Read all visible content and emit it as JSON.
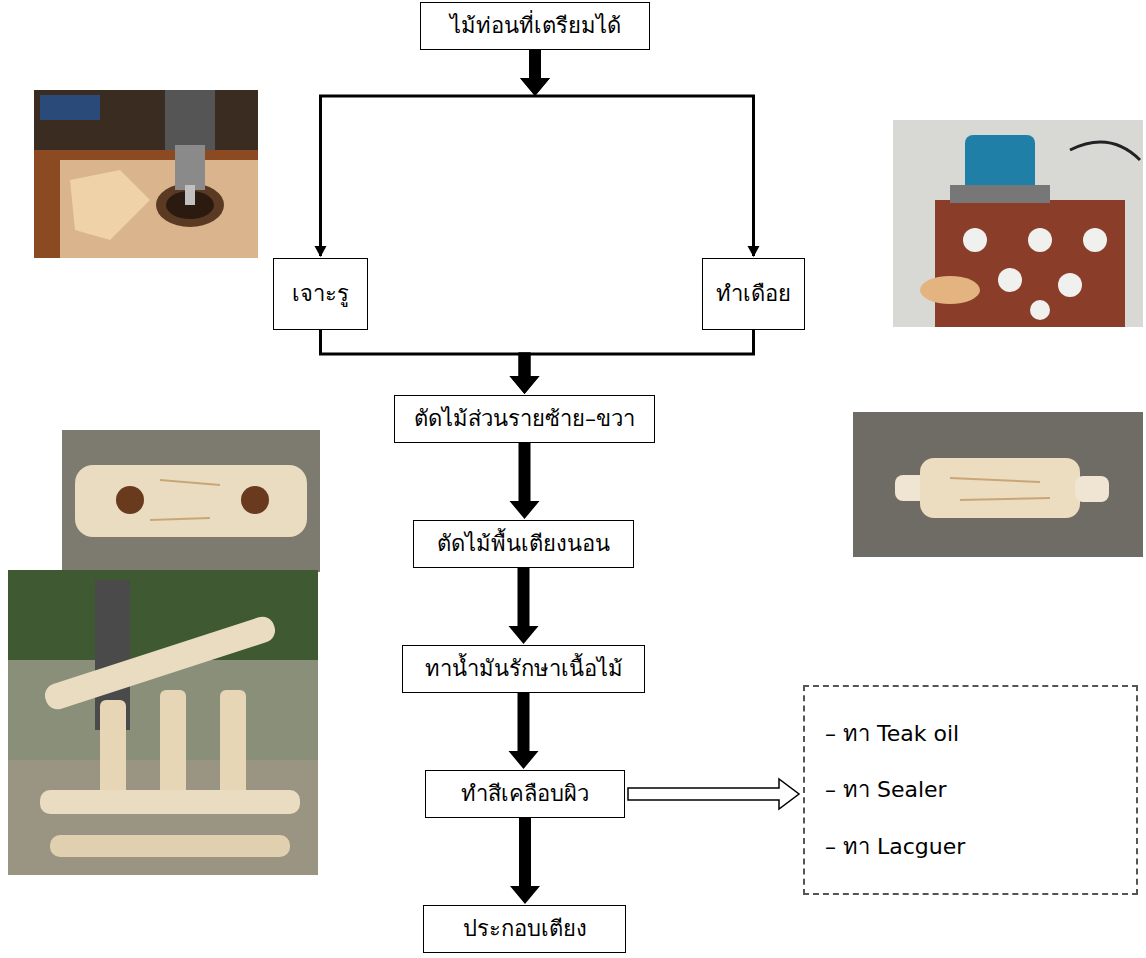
{
  "diagram": {
    "nodes": [
      {
        "text": [
          "ไม้ท่อนที่เตรียมได้"
        ]
      },
      {
        "text": [
          "เจาะรู"
        ]
      },
      {
        "text": [
          "ทำเดือย"
        ]
      },
      {
        "text": [
          "ตัดไม้ส่วนรายซ้าย–ขวา"
        ]
      },
      {
        "text": [
          "ตัดไม้พื้นเตียงนอน"
        ]
      },
      {
        "text": [
          "ทาน้ำมันรักษาเนื้อไม้"
        ]
      },
      {
        "text": [
          "ทำสีเคลือบผิว"
        ]
      },
      {
        "text": [
          "ประกอบเตียง"
        ]
      },
      {
        "text": [
          "– ทา Teak oil",
          "– ทา Sealer",
          "– ทา Lacguer"
        ]
      }
    ],
    "edges": [
      {
        "from": 0,
        "to": 1,
        "arrow": "to"
      },
      {
        "from": 0,
        "to": 2,
        "arrow": "to"
      },
      {
        "from": 1,
        "to": 3,
        "arrow": "to"
      },
      {
        "from": 2,
        "to": 3,
        "arrow": "to"
      },
      {
        "from": 3,
        "to": 4,
        "arrow": "to"
      },
      {
        "from": 4,
        "to": 5,
        "arrow": "to"
      },
      {
        "from": 5,
        "to": 6,
        "arrow": "to"
      },
      {
        "from": 6,
        "to": 7,
        "arrow": "to"
      },
      {
        "from": 6,
        "to": 8,
        "arrow": "to"
      }
    ]
  }
}
